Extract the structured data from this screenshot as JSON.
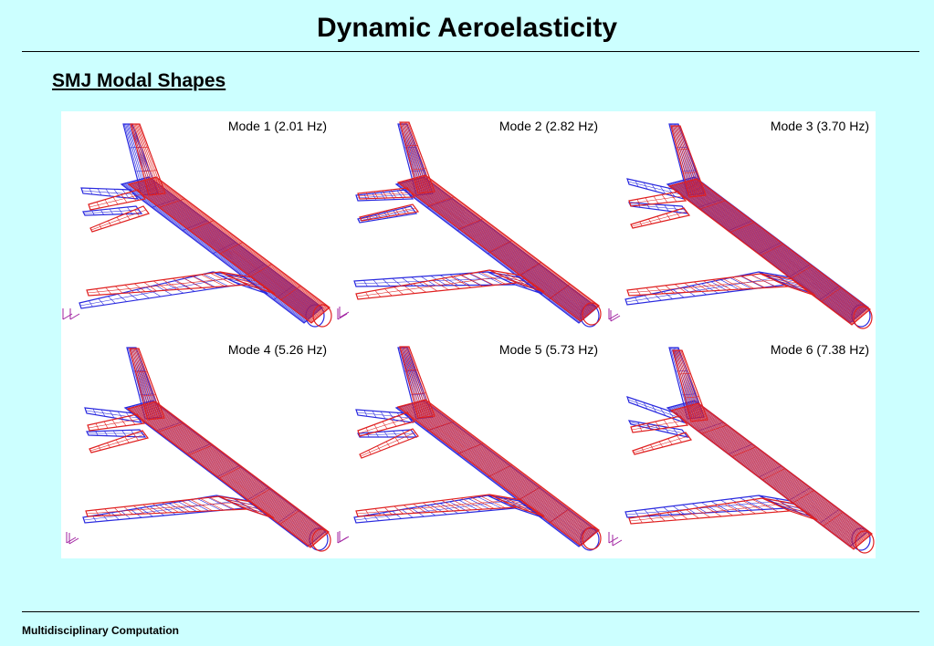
{
  "slide": {
    "title": "Dynamic Aeroelasticity",
    "subtitle": "SMJ Modal Shapes",
    "footer": "Multidisciplinary Computation"
  },
  "modes": [
    {
      "label": "Mode 1 (2.01 Hz)"
    },
    {
      "label": "Mode 2 (2.82 Hz)"
    },
    {
      "label": "Mode 3 (3.70 Hz)"
    },
    {
      "label": "Mode 4 (5.26 Hz)"
    },
    {
      "label": "Mode 5 (5.73 Hz)"
    },
    {
      "label": "Mode 6 (7.38 Hz)"
    }
  ],
  "colors": {
    "background": "#ccffff",
    "undeformed_mesh": "#2a2adf",
    "deformed_mesh": "#e02020"
  }
}
